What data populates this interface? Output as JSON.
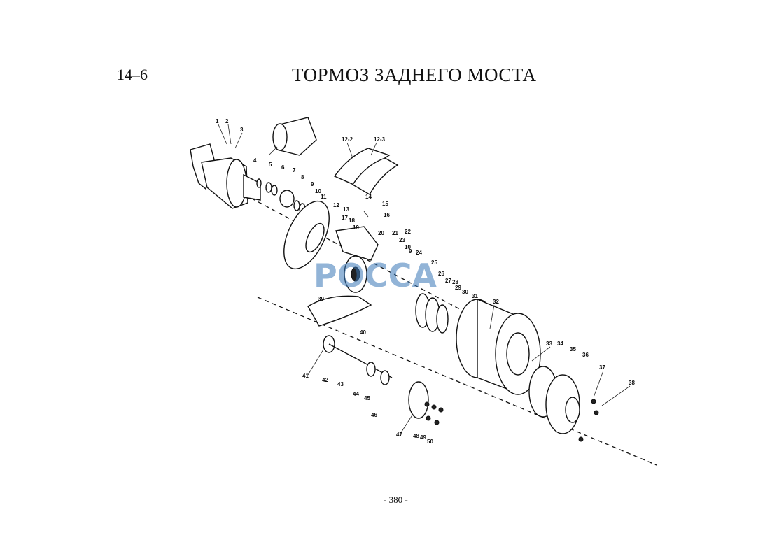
{
  "header": {
    "section": "14–6",
    "title": "ТОРМОЗ ЗАДНЕГО МОСТА"
  },
  "footer": {
    "page": "- 380 -"
  },
  "watermark": "РОССА",
  "callouts": [
    "1",
    "2",
    "3",
    "4",
    "5",
    "6",
    "7",
    "8",
    "9",
    "10",
    "11",
    "12-2",
    "12-3",
    "12",
    "13",
    "14",
    "15",
    "16",
    "17",
    "18",
    "19",
    "20",
    "21",
    "22",
    "23",
    "10",
    "9",
    "24",
    "25",
    "26",
    "27",
    "28",
    "29",
    "30",
    "31",
    "32",
    "33",
    "34",
    "35",
    "36",
    "37",
    "38",
    "39",
    "40",
    "41",
    "42",
    "43",
    "44",
    "45",
    "46",
    "47",
    "48",
    "49",
    "50"
  ]
}
